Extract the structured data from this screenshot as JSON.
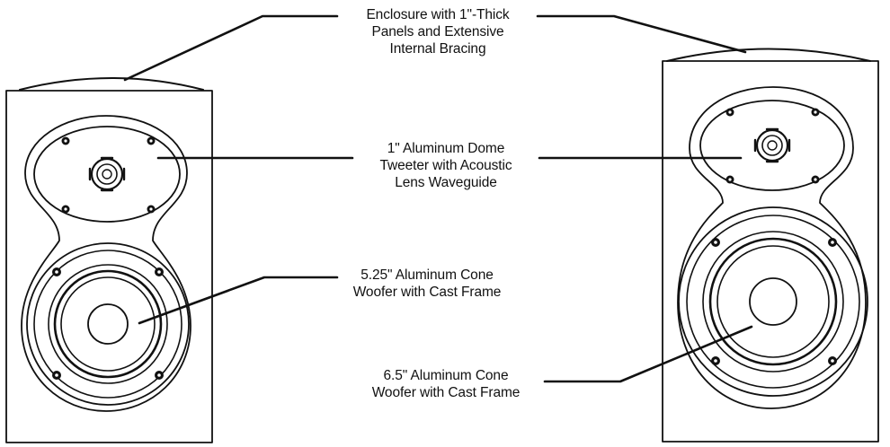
{
  "callouts": {
    "enclosure": {
      "line1": "Enclosure with 1\"-Thick",
      "line2": "Panels and Extensive",
      "line3": "Internal Bracing"
    },
    "tweeter": {
      "line1": "1\" Aluminum Dome",
      "line2": "Tweeter with Acoustic",
      "line3": "Lens Waveguide"
    },
    "woofer_small": {
      "line1": "5.25\" Aluminum Cone",
      "line2": "Woofer with Cast Frame"
    },
    "woofer_large": {
      "line1": "6.5\" Aluminum Cone",
      "line2": "Woofer with Cast Frame"
    }
  },
  "colors": {
    "ink": "#111111",
    "background": "#ffffff"
  }
}
